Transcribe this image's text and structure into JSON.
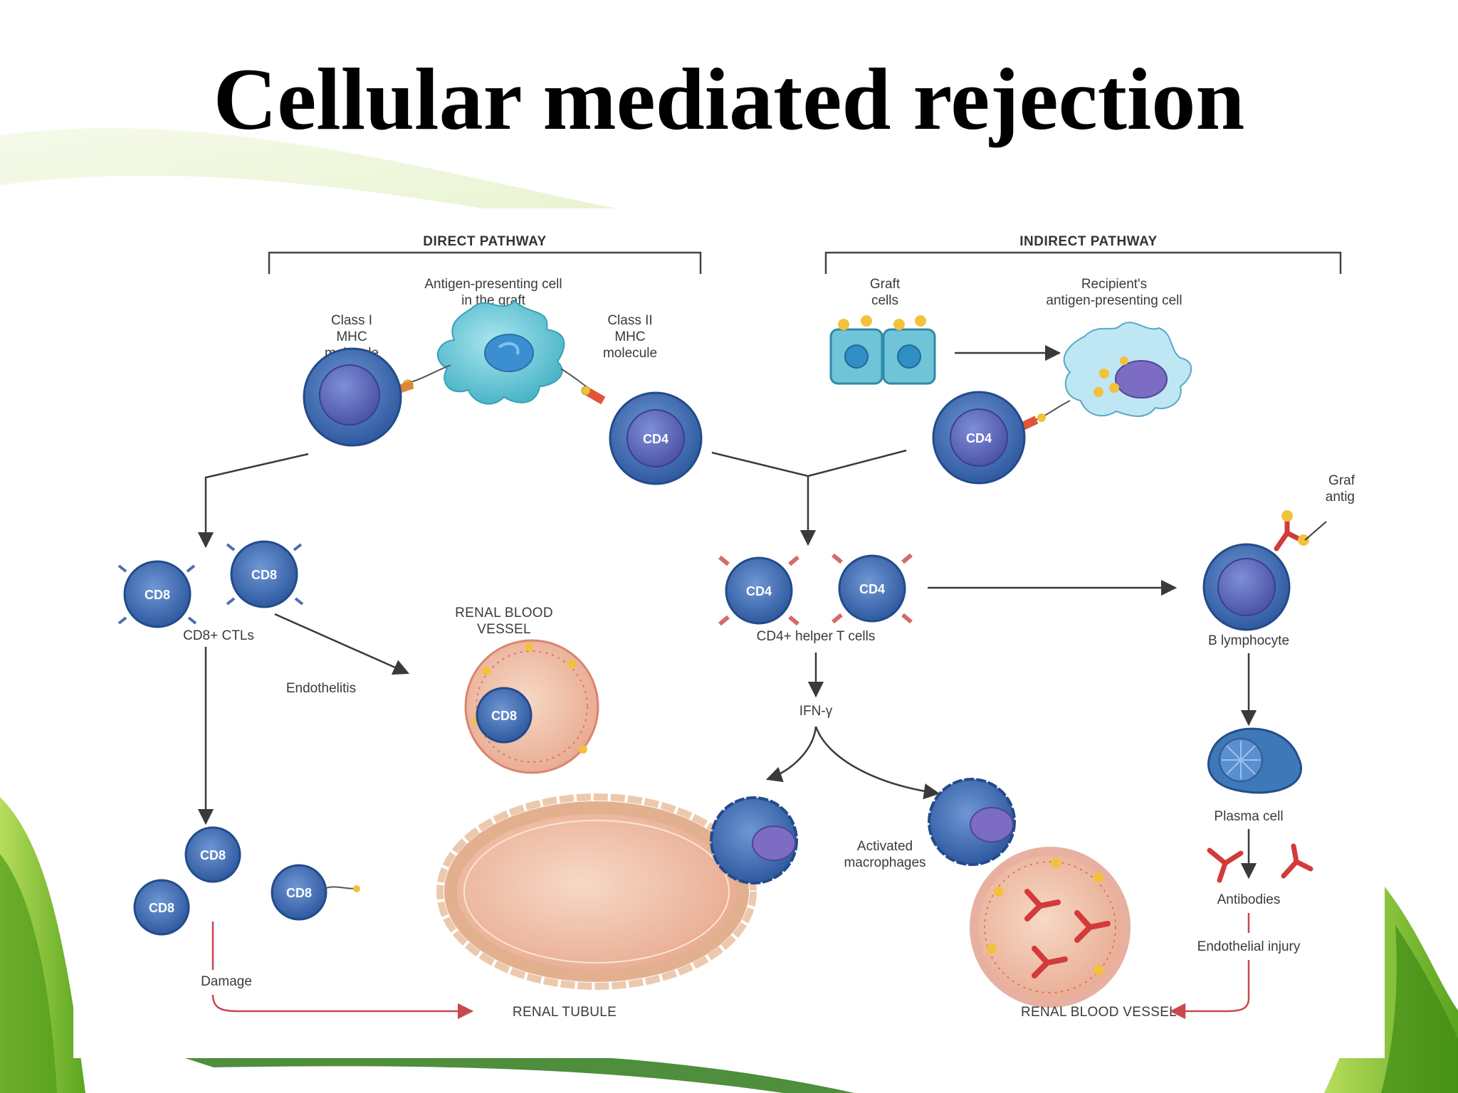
{
  "slide": {
    "title": "Cellular mediated rejection"
  },
  "diagram": {
    "direct_pathway": {
      "header": "DIRECT PATHWAY",
      "apc_label_line1": "Antigen-presenting cell",
      "apc_label_line2": "in the graft",
      "class1_line1": "Class I",
      "class1_line2": "MHC",
      "class1_line3": "molecule",
      "class2_line1": "Class II",
      "class2_line2": "MHC",
      "class2_line3": "molecule",
      "cd4_cell": "CD4"
    },
    "indirect_pathway": {
      "header": "INDIRECT PATHWAY",
      "graft_cells_line1": "Graft",
      "graft_cells_line2": "cells",
      "recipient_apc_line1": "Recipient's",
      "recipient_apc_line2": "antigen-presenting cell",
      "cd4_cell": "CD4"
    },
    "cd8_cell": "CD8",
    "cd8_ctls": "CD8+ CTLs",
    "cd4_cell": "CD4",
    "cd4_helper": "CD4+ helper T cells",
    "renal_blood_vessel_line1": "RENAL BLOOD",
    "renal_blood_vessel_line2": "VESSEL",
    "endothelitis": "Endothelitis",
    "ifn_gamma": "IFN-γ",
    "graft_antigen_line1": "Graf",
    "graft_antigen_line2": "antig",
    "b_lymphocyte": "B lymphocyte",
    "plasma_cell": "Plasma cell",
    "antibodies": "Antibodies",
    "endothelial_injury": "Endothelial injury",
    "activated_macrophages_line1": "Activated",
    "activated_macrophages_line2": "macrophages",
    "damage": "Damage",
    "renal_tubule": "RENAL TUBULE",
    "renal_blood_vessels": "RENAL BLOOD VESSELS"
  },
  "colors": {
    "cell_blue": "#3f6fb5",
    "apc_cyan": "#5cc6d6",
    "tissue_pink": "#f0c8b4",
    "antibody_red": "#d33a3a",
    "arrow_red": "#c9484f",
    "leaf_green": "#8cc63f"
  }
}
